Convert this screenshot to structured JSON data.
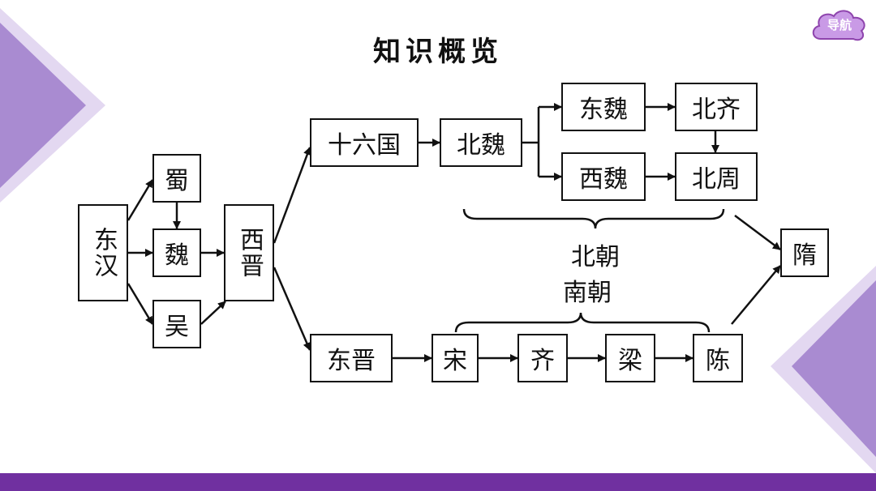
{
  "title": "知识概览",
  "nav_button": "导航",
  "colors": {
    "accent": "#7030a0",
    "lavender": "#b39ddb",
    "light_lavender": "#ddd0ee",
    "nav_fill": "#c084e0"
  },
  "nodes": {
    "donghan": "东汉",
    "shu": "蜀",
    "wei": "魏",
    "wu": "吴",
    "xijin": "西晋",
    "shiliuguo": "十六国",
    "beiwei": "北魏",
    "dongwei": "东魏",
    "xiwei": "西魏",
    "beiqi": "北齐",
    "beizhou": "北周",
    "dongjin": "东晋",
    "song": "宋",
    "qi": "齐",
    "liang": "梁",
    "chen": "陈",
    "sui": "隋"
  },
  "labels": {
    "beichao": "北朝",
    "nanchao": "南朝"
  }
}
